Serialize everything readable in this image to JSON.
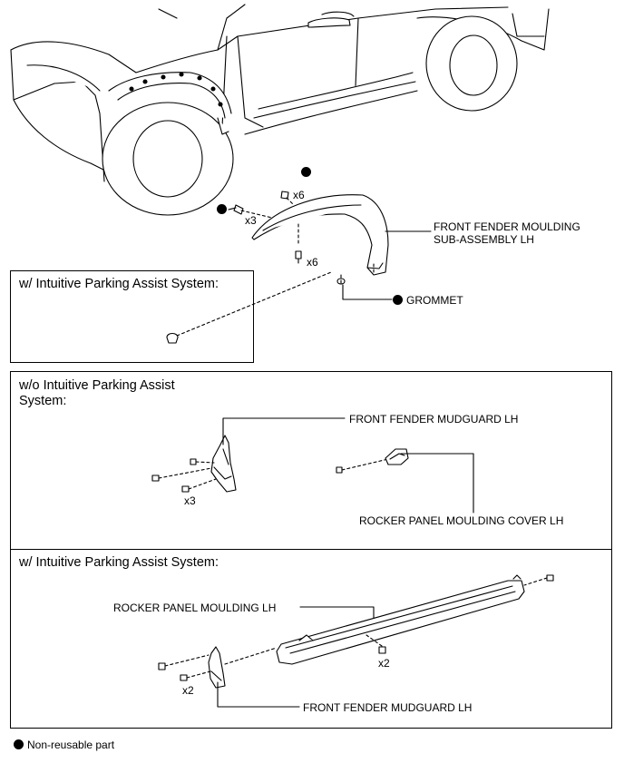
{
  "labels": {
    "front_fender_moulding_line1": "FRONT FENDER MOULDING",
    "front_fender_moulding_line2": "SUB-ASSEMBLY LH",
    "grommet": "GROMMET",
    "qty_x6_top": "x6",
    "qty_x3_top": "x3",
    "qty_x6_bottom": "x6",
    "mudguard_wo": "FRONT FENDER MUDGUARD LH",
    "qty_x3_wo": "x3",
    "rocker_cover": "ROCKER PANEL MOULDING COVER LH",
    "rocker_moulding": "ROCKER PANEL MOULDING LH",
    "qty_x2_rocker": "x2",
    "qty_x2_mudguard": "x2",
    "mudguard_w": "FRONT FENDER MUDGUARD LH"
  },
  "panels": {
    "w_ipas_small": "w/ Intuitive Parking Assist System:",
    "wo_ipas_line1": "w/o Intuitive Parking Assist",
    "wo_ipas_line2": "System:",
    "w_ipas_bottom": "w/ Intuitive Parking Assist System:"
  },
  "legend": {
    "non_reusable": "Non-reusable part"
  }
}
